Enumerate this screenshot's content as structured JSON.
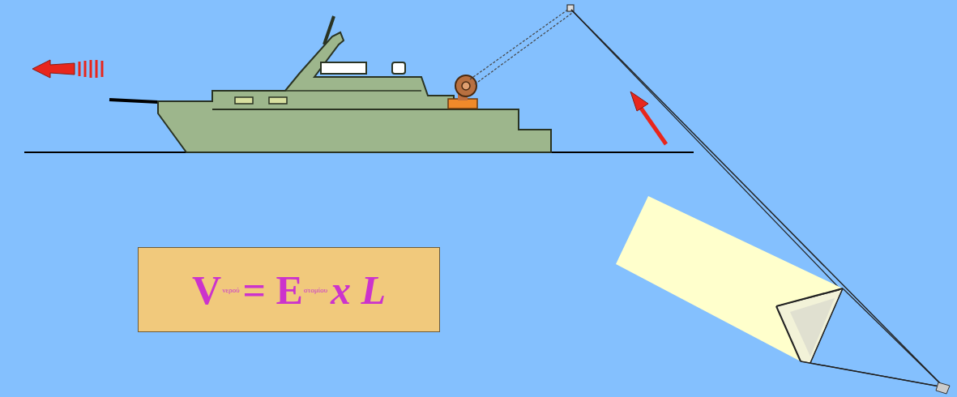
{
  "diagram": {
    "nodes": [
      {
        "text": [
          "V",
          "νερού",
          "= E",
          "στομίου",
          "x L"
        ]
      }
    ]
  }
}
